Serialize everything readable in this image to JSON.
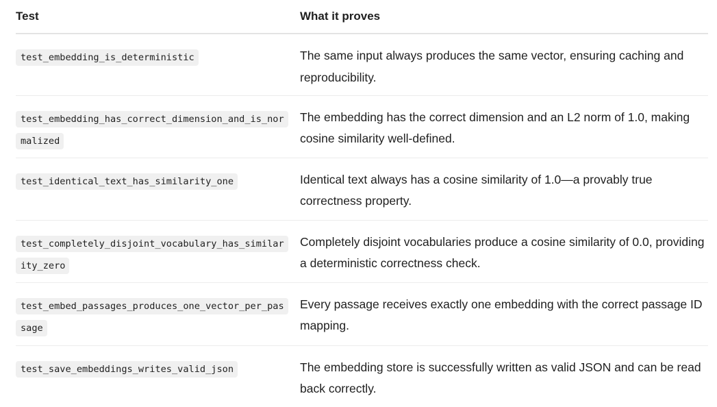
{
  "table": {
    "headers": {
      "test": "Test",
      "proves": "What it proves"
    },
    "rows": [
      {
        "test": "test_embedding_is_deterministic",
        "proves": "The same input always produces the same vector, ensuring caching and reproducibility."
      },
      {
        "test": "test_embedding_has_correct_dimension_and_is_normalized",
        "proves": "The embedding has the correct dimension and an L2 norm of 1.0, making cosine similarity well-defined."
      },
      {
        "test": "test_identical_text_has_similarity_one",
        "proves": "Identical text always has a cosine similarity of 1.0—a provably true correctness property."
      },
      {
        "test": "test_completely_disjoint_vocabulary_has_similarity_zero",
        "proves": "Completely disjoint vocabularies produce a cosine similarity of 0.0, providing a deterministic correctness check."
      },
      {
        "test": "test_embed_passages_produces_one_vector_per_passage",
        "proves": "Every passage receives exactly one embedding with the correct passage ID mapping."
      },
      {
        "test": "test_save_embeddings_writes_valid_json",
        "proves": "The embedding store is successfully written as valid JSON and can be read back correctly."
      }
    ]
  }
}
